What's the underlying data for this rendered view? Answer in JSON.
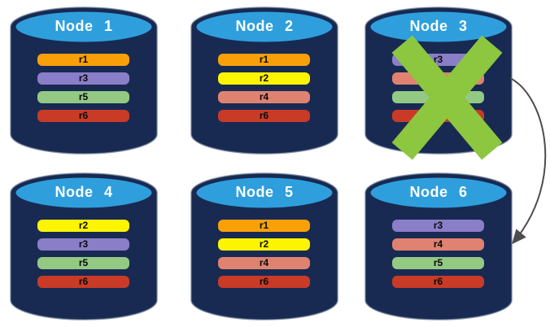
{
  "diagram": {
    "background": "#ffffff",
    "colors": {
      "cylinder_body": "#182A52",
      "cylinder_top": "#2E9FDC",
      "node_label": "#ffffff",
      "bar_text": "#0a0a0a",
      "failure_x": "#8DC63F",
      "arrow": "#4d4d4d",
      "replica_colors": {
        "r1": "#F9A008",
        "r2": "#FCF400",
        "r3": "#8A7EC8",
        "r4": "#E08270",
        "r5": "#93C983",
        "r6": "#C93B27"
      }
    },
    "nodes": [
      {
        "label": "Node 1",
        "replicas": [
          "r1",
          "r3",
          "r5",
          "r6"
        ],
        "failed": false
      },
      {
        "label": "Node 2",
        "replicas": [
          "r1",
          "r2",
          "r4",
          "r6"
        ],
        "failed": false
      },
      {
        "label": "Node 3",
        "replicas": [
          "r3",
          "r4",
          "r5",
          "r6"
        ],
        "failed": true
      },
      {
        "label": "Node 4",
        "replicas": [
          "r2",
          "r3",
          "r5",
          "r6"
        ],
        "failed": false
      },
      {
        "label": "Node 5",
        "replicas": [
          "r1",
          "r2",
          "r4",
          "r6"
        ],
        "failed": false
      },
      {
        "label": "Node 6",
        "replicas": [
          "r3",
          "r4",
          "r5",
          "r6"
        ],
        "failed": false
      }
    ],
    "arrow": {
      "from": "Node 3",
      "to": "Node 6"
    }
  }
}
